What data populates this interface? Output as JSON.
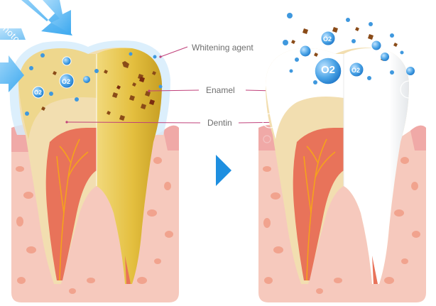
{
  "labels": {
    "whitening_agent": "Whitening agent",
    "enamel": "Enamel",
    "dentin": "Dentin",
    "photon": "Photon",
    "o2": "O2"
  },
  "colors": {
    "gum": "#f6c9bd",
    "gum_edge": "#f0a9a7",
    "bone_spot": "#f1a38e",
    "pulp": "#e8735a",
    "root_canal_vessel": "#f5a21c",
    "dentin": "#f2deb0",
    "enamel_stained": "#e9c552",
    "enamel_white": "#ffffff",
    "agent_glow": "#cfe9fb",
    "arrow_blue": "#1e8fe0",
    "stain": "#8a4b18",
    "bubble": "#3f98de",
    "leader_line": "#c0407a"
  },
  "icons": {
    "photon_arrows": "light-arrow-icon",
    "transition": "play-triangle-icon",
    "oxygen": "oxygen-bubble-icon"
  }
}
